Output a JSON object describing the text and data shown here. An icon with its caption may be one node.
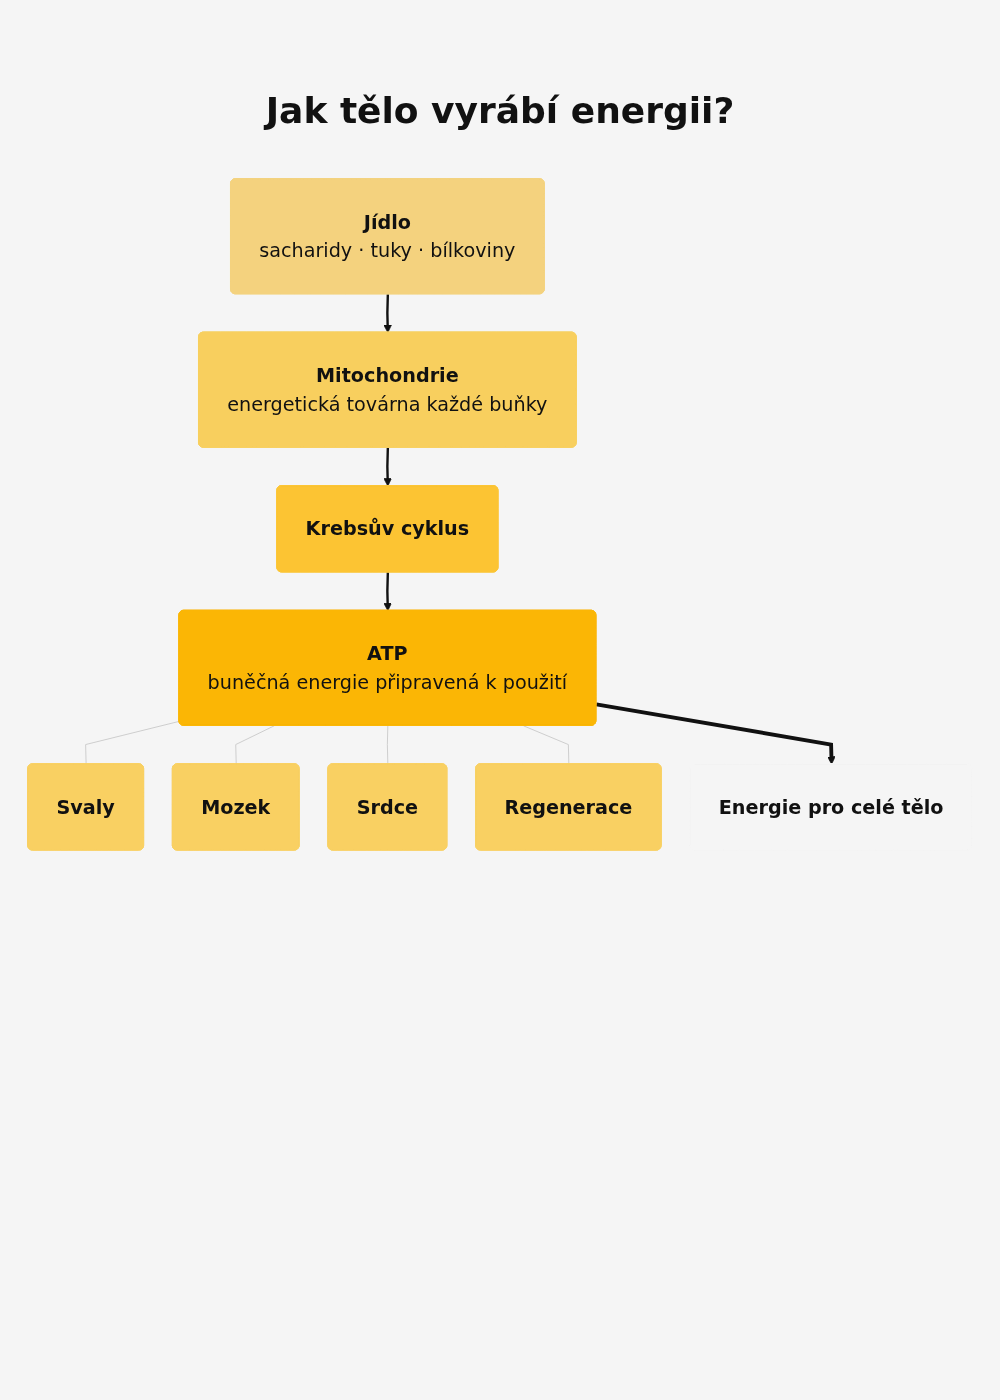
{
  "diagram": {
    "title": "Jak tělo vyrábí energii?",
    "nodes": [
      {
        "text": [
          "Jídlo",
          "sacharidy · tuky · bílkoviny"
        ]
      },
      {
        "text": [
          "Mitochondrie",
          "energetická továrna každé buňky"
        ]
      },
      {
        "text": [
          "Krebsův cyklus"
        ]
      },
      {
        "text": [
          "ATP",
          "buněčná energie připravená k použití"
        ]
      },
      {
        "text": [
          "Svaly"
        ]
      },
      {
        "text": [
          "Mozek"
        ]
      },
      {
        "text": [
          "Srdce"
        ]
      },
      {
        "text": [
          "Regenerace"
        ]
      },
      {
        "text": [
          "Energie pro celé tělo"
        ]
      }
    ],
    "edges": [
      {
        "from": 0,
        "to": 1,
        "arrow": "to"
      },
      {
        "from": 1,
        "to": 2,
        "arrow": "to"
      },
      {
        "from": 2,
        "to": 3,
        "arrow": "to"
      },
      {
        "from": 3,
        "to": 4,
        "arrow": "none",
        "color": "#cccccc"
      },
      {
        "from": 3,
        "to": 5,
        "arrow": "none",
        "color": "#cccccc"
      },
      {
        "from": 3,
        "to": 6,
        "arrow": "none",
        "color": "#cccccc"
      },
      {
        "from": 3,
        "to": 7,
        "arrow": "none",
        "color": "#cccccc"
      },
      {
        "from": 3,
        "to": 8,
        "arrow": "to",
        "style": "thick"
      }
    ]
  }
}
